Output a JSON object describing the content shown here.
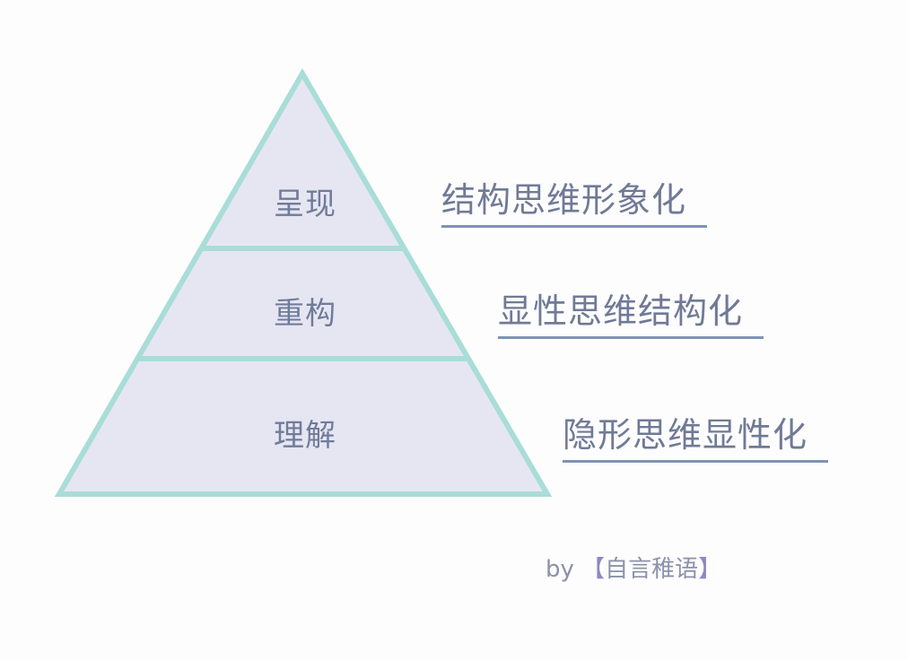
{
  "pyramid": {
    "levels": [
      {
        "label": "呈现",
        "description": "结构思维形象化"
      },
      {
        "label": "重构",
        "description": "显性思维结构化"
      },
      {
        "label": "理解",
        "description": "隐形思维显性化"
      }
    ],
    "colors": {
      "fill": "#e6e6f2",
      "outline": "#a9ddd7",
      "text": "#6f7c9a",
      "underline": "#7f92b4"
    }
  },
  "credit": {
    "prefix": "by",
    "open": "【",
    "author": "自言稚语",
    "close": "】"
  }
}
